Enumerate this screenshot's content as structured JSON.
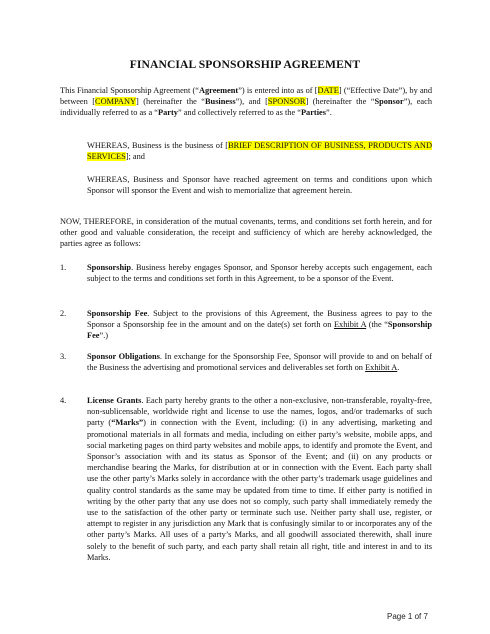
{
  "title": "FINANCIAL SPONSORSHIP AGREEMENT",
  "intro": {
    "t1": "This Financial Sponsorship Agreement (“",
    "agreement": "Agreement",
    "t2": "”) is entered into as of [",
    "date": "DATE",
    "t3": "] (“Effective Date”), by and between [",
    "company": "COMPANY",
    "t4": "] (hereinafter the “",
    "business": "Business",
    "t5": "”), and [",
    "sponsor": "SPONSOR",
    "t6": "] (hereinafter the “",
    "sponsor_term": "Sponsor",
    "t7": "”), each individually referred to as a “",
    "party": "Party",
    "t8": "” and collectively referred to as the “",
    "parties": "Parties",
    "t9": "”."
  },
  "whereas1": {
    "t1": "WHEREAS, Business is the business of [",
    "brief": "BRIEF DESCRIPTION OF BUSINESS, PRODUCTS AND SERVICES",
    "t2": "]; and"
  },
  "whereas2": "WHEREAS, Business and Sponsor have reached agreement on terms and conditions upon which Sponsor will sponsor the Event and wish to memorialize that agreement herein.",
  "now_therefore": "NOW, THEREFORE, in consideration of the mutual covenants, terms, and conditions set forth herein, and for other good and valuable consideration, the receipt and sufficiency of which are hereby acknowledged, the parties agree as follows:",
  "sections": [
    {
      "num": "1.",
      "heading": "Sponsorship",
      "body": ". Business hereby engages Sponsor, and Sponsor hereby accepts such engagement, each subject to the terms and conditions set forth in this Agreement, to be a sponsor of the Event."
    },
    {
      "num": "2.",
      "heading": "Sponsorship Fee",
      "body": ". Subject to the provisions of this Agreement, the Business agrees to pay to the Sponsor a Sponsorship fee in the amount and on the date(s) set forth on ",
      "exhibit": "Exhibit A",
      "body2": " (the “",
      "term": "Sponsorship Fee",
      "body3": "”.)"
    },
    {
      "num": "3.",
      "heading": "Sponsor Obligations",
      "body": ". In exchange for the Sponsorship Fee, Sponsor will provide to and on behalf of the Business the advertising and promotional services and deliverables set forth on ",
      "exhibit": "Exhibit A",
      "body2": "."
    },
    {
      "num": "4.",
      "heading": "License Grants",
      "body": ". Each party hereby grants to the other a non-exclusive, non-transferable, royalty-free, non-sublicensable, worldwide right and license to use the names, logos, and/or trademarks of such party (",
      "term": "“Marks”",
      "body2": ") in connection with the Event, including: (i) in any advertising, marketing and promotional materials in all formats and media, including on either party’s website, mobile apps, and social marketing pages on third party websites and mobile apps, to identify and promote the Event, and Sponsor’s association with and its status as Sponsor of the Event; and (ii) on any products or merchandise bearing the Marks, for distribution at or in connection with the Event. Each party shall use the other party’s Marks solely in accordance with the other party’s trademark usage guidelines and quality control standards as the same may be updated from time to time.  If either party is notified in writing by the other party that any use does not so comply, such party shall immediately remedy the use to the satisfaction of the other party or terminate such use. Neither party shall use, register, or attempt to register in any jurisdiction any Mark that is confusingly similar to or incorporates any of the other party’s Marks. All uses of a party’s Marks, and all goodwill associated therewith, shall inure solely to the benefit of such party, and each party shall retain all right, title and interest in and to its Marks."
    }
  ],
  "footer": "Page 1 of 7"
}
